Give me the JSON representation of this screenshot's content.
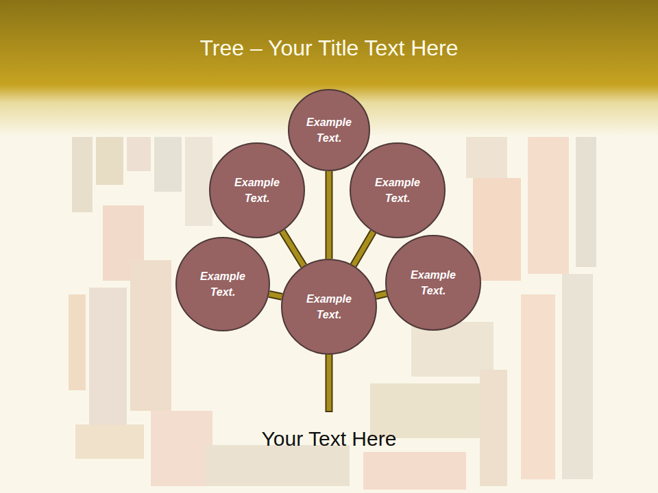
{
  "diagram": {
    "title": "Tree – Your Title Text Here",
    "caption": "Your Text Here",
    "nodes": [
      {
        "text": [
          "Example Text."
        ]
      },
      {
        "text": [
          "Example Text."
        ]
      },
      {
        "text": [
          "Example Text."
        ]
      },
      {
        "text": [
          "Example Text."
        ]
      },
      {
        "text": [
          "Example Text."
        ]
      },
      {
        "text": [
          "Example Text."
        ]
      }
    ],
    "edges": [
      {
        "from": 5,
        "to": 0,
        "arrow": "none"
      },
      {
        "from": 5,
        "to": 1,
        "arrow": "none"
      },
      {
        "from": 5,
        "to": 2,
        "arrow": "none"
      },
      {
        "from": 5,
        "to": 3,
        "arrow": "none"
      },
      {
        "from": 5,
        "to": 4,
        "arrow": "none"
      }
    ]
  }
}
